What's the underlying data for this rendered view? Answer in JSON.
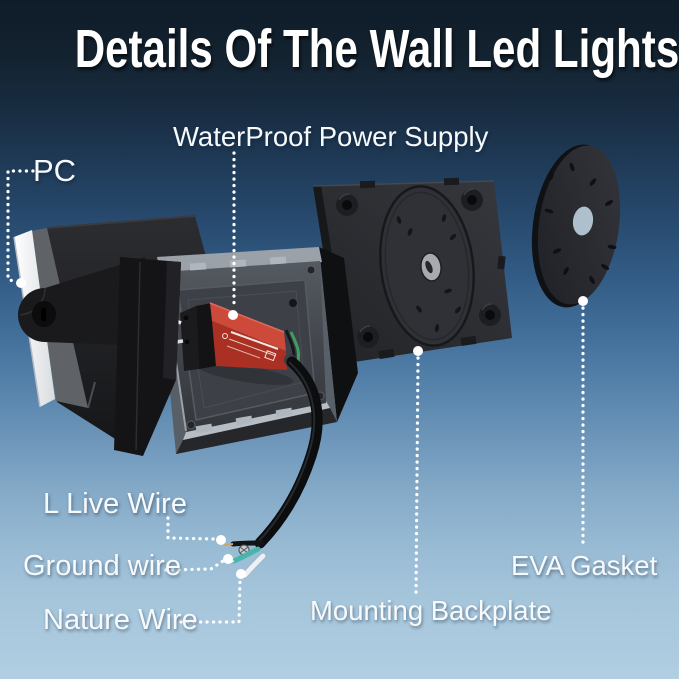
{
  "title": "Details Of The Wall Led Lights",
  "callouts": {
    "power_supply": {
      "label": "WaterProof Power Supply"
    },
    "pc": {
      "label": "PC"
    },
    "live_wire": {
      "label": "L Live Wire"
    },
    "ground_wire": {
      "label": "Ground wire"
    },
    "neutral_wire": {
      "label": "Nature Wire"
    },
    "backplate": {
      "label": "Mounting Backplate"
    },
    "gasket": {
      "label": "EVA Gasket"
    }
  },
  "colors": {
    "background_top": "#0f1c29",
    "background_bottom": "#b1cee2",
    "title_text": "#ffffff",
    "label_text": "#f7fafc",
    "leader_dots": "#ffffff",
    "driver_red_top": "#cd4a3a",
    "driver_red_front": "#a93023",
    "hardware_black": "#1a1b1e",
    "housing_gray": "#474c53",
    "lens_white": "#f2f3f5",
    "live_wire_black": "#131416",
    "ground_wire_teal": "#49b5aa",
    "neutral_wire_white": "#eef1f3"
  }
}
